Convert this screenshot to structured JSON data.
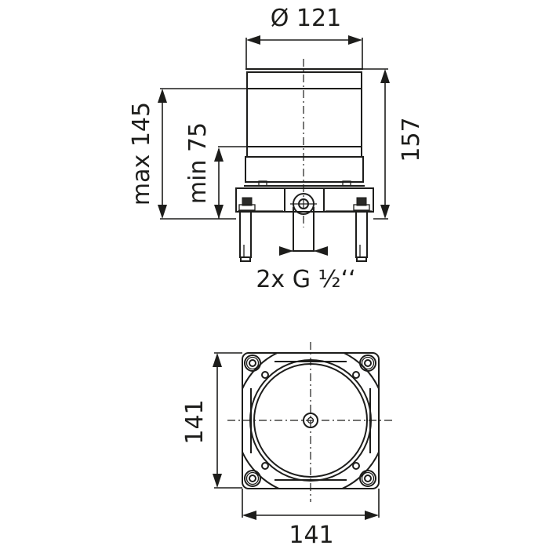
{
  "drawing": {
    "side_view": {
      "diameter_label": "Ø 121",
      "max_height_label": "max 145",
      "min_height_label": "min 75",
      "total_height_label": "157",
      "connection_label": "2x G ½‘‘"
    },
    "top_view": {
      "height_label": "141",
      "width_label": "141"
    }
  },
  "colors": {
    "line": "#1d1d1b",
    "background": "#ffffff"
  }
}
